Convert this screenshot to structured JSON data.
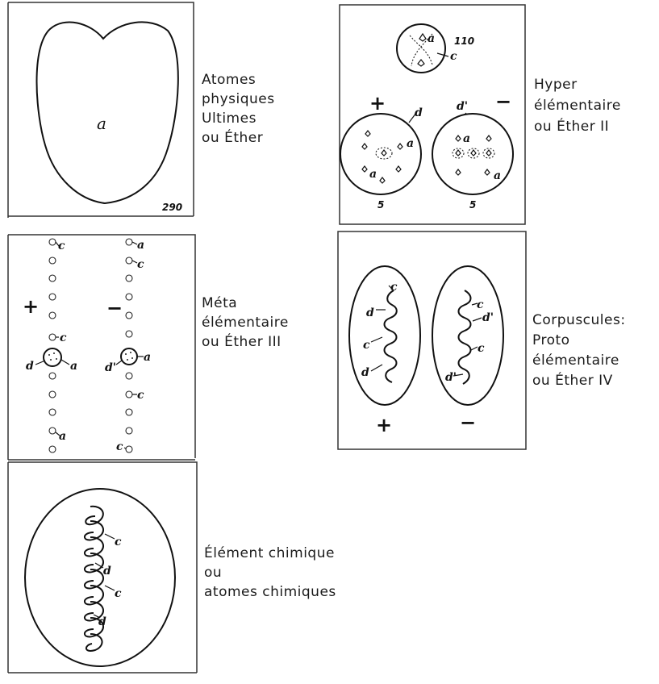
{
  "panels": {
    "ultimate": {
      "caption": [
        "Atomes",
        "physiques",
        "Ultimes",
        "ou Éther"
      ],
      "center_label": "a",
      "figure_number": "290"
    },
    "hyper": {
      "caption": [
        "Hyper",
        "élémentaire",
        "ou Éther II"
      ],
      "top_circle_number": "110",
      "labels": {
        "a": "a",
        "c": "c",
        "d": "d",
        "d_prime": "d'"
      },
      "signs": {
        "plus": "+",
        "minus": "−"
      },
      "bottom_numbers": [
        "5",
        "5"
      ]
    },
    "meta": {
      "caption": [
        "Méta",
        "élémentaire",
        "ou Éther III"
      ],
      "labels": {
        "a": "a",
        "c": "c",
        "d": "d",
        "d_prime": "d'"
      },
      "signs": {
        "plus": "+",
        "minus": "−"
      }
    },
    "proto": {
      "caption": [
        "Corpuscules:",
        "Proto",
        "élémentaire",
        "ou Éther IV"
      ],
      "labels": {
        "c": "c",
        "d": "d",
        "d_prime": "d'"
      },
      "signs": {
        "plus": "+",
        "minus": "−"
      }
    },
    "chemical": {
      "caption": [
        "Élément chimique",
        "ou",
        "atomes chimiques"
      ],
      "labels": {
        "c": "c",
        "d": "d"
      }
    }
  }
}
